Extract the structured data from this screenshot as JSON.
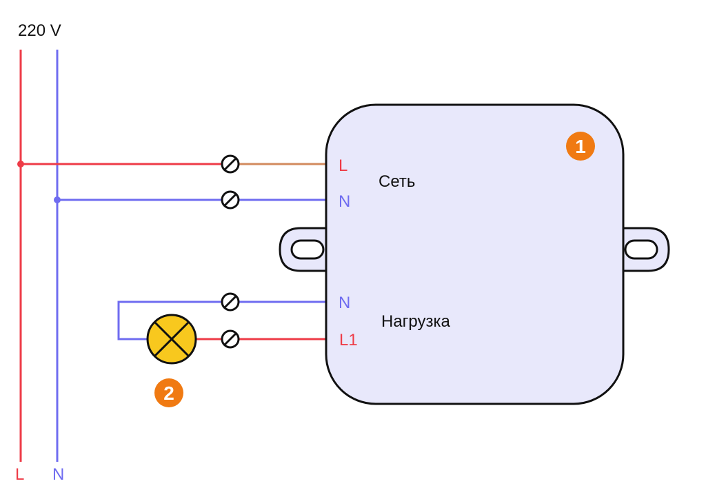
{
  "supply": {
    "voltage_label": "220 V",
    "phase_label": "L",
    "neutral_label": "N"
  },
  "device": {
    "badge": "1",
    "input_title": "Сеть",
    "input_phase": "L",
    "input_neutral": "N",
    "output_title": "Нагрузка",
    "output_neutral": "N",
    "output_phase": "L1"
  },
  "lamp": {
    "badge": "2"
  },
  "colors": {
    "phase_wire": "#ee3b47",
    "neutral_wire": "#6f6cf0",
    "brown_wire": "#d28a5e",
    "device_fill": "#e8e8fb",
    "lamp_fill": "#f8c81e",
    "badge_fill": "#f07a12"
  }
}
